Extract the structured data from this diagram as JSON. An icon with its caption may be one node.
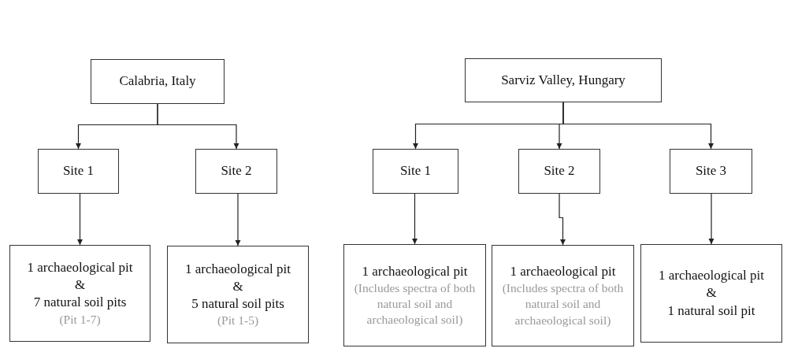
{
  "diagram": {
    "nodes": [
      {
        "text": [
          "Calabria, Italy"
        ]
      },
      {
        "text": [
          "Site 1"
        ]
      },
      {
        "text": [
          "Site 2"
        ]
      },
      {
        "text": [
          "1 archaeological pit",
          "&",
          "7 natural soil pits",
          "(Pit 1-7)"
        ]
      },
      {
        "text": [
          "1 archaeological pit",
          "&",
          "5 natural soil pits",
          "(Pit 1-5)"
        ]
      },
      {
        "text": [
          "Sarviz Valley, Hungary"
        ]
      },
      {
        "text": [
          "Site 1"
        ]
      },
      {
        "text": [
          "Site 2"
        ]
      },
      {
        "text": [
          "Site 3"
        ]
      },
      {
        "text": [
          "1 archaeological pit",
          "(Includes spectra of both natural soil and archaeological soil)"
        ]
      },
      {
        "text": [
          "1 archaeological pit",
          "(Includes spectra of both natural soil and archaeological soil)"
        ]
      },
      {
        "text": [
          "1 archaeological pit",
          "&",
          "1 natural soil pit"
        ]
      }
    ],
    "edges": [
      {
        "from": 0,
        "to": 1,
        "arrow": "to"
      },
      {
        "from": 0,
        "to": 2,
        "arrow": "to"
      },
      {
        "from": 1,
        "to": 3,
        "arrow": "to"
      },
      {
        "from": 2,
        "to": 4,
        "arrow": "to"
      },
      {
        "from": 5,
        "to": 6,
        "arrow": "to"
      },
      {
        "from": 5,
        "to": 7,
        "arrow": "to"
      },
      {
        "from": 5,
        "to": 8,
        "arrow": "to"
      },
      {
        "from": 6,
        "to": 9,
        "arrow": "to"
      },
      {
        "from": 7,
        "to": 10,
        "arrow": "to"
      },
      {
        "from": 8,
        "to": 11,
        "arrow": "to"
      }
    ]
  }
}
